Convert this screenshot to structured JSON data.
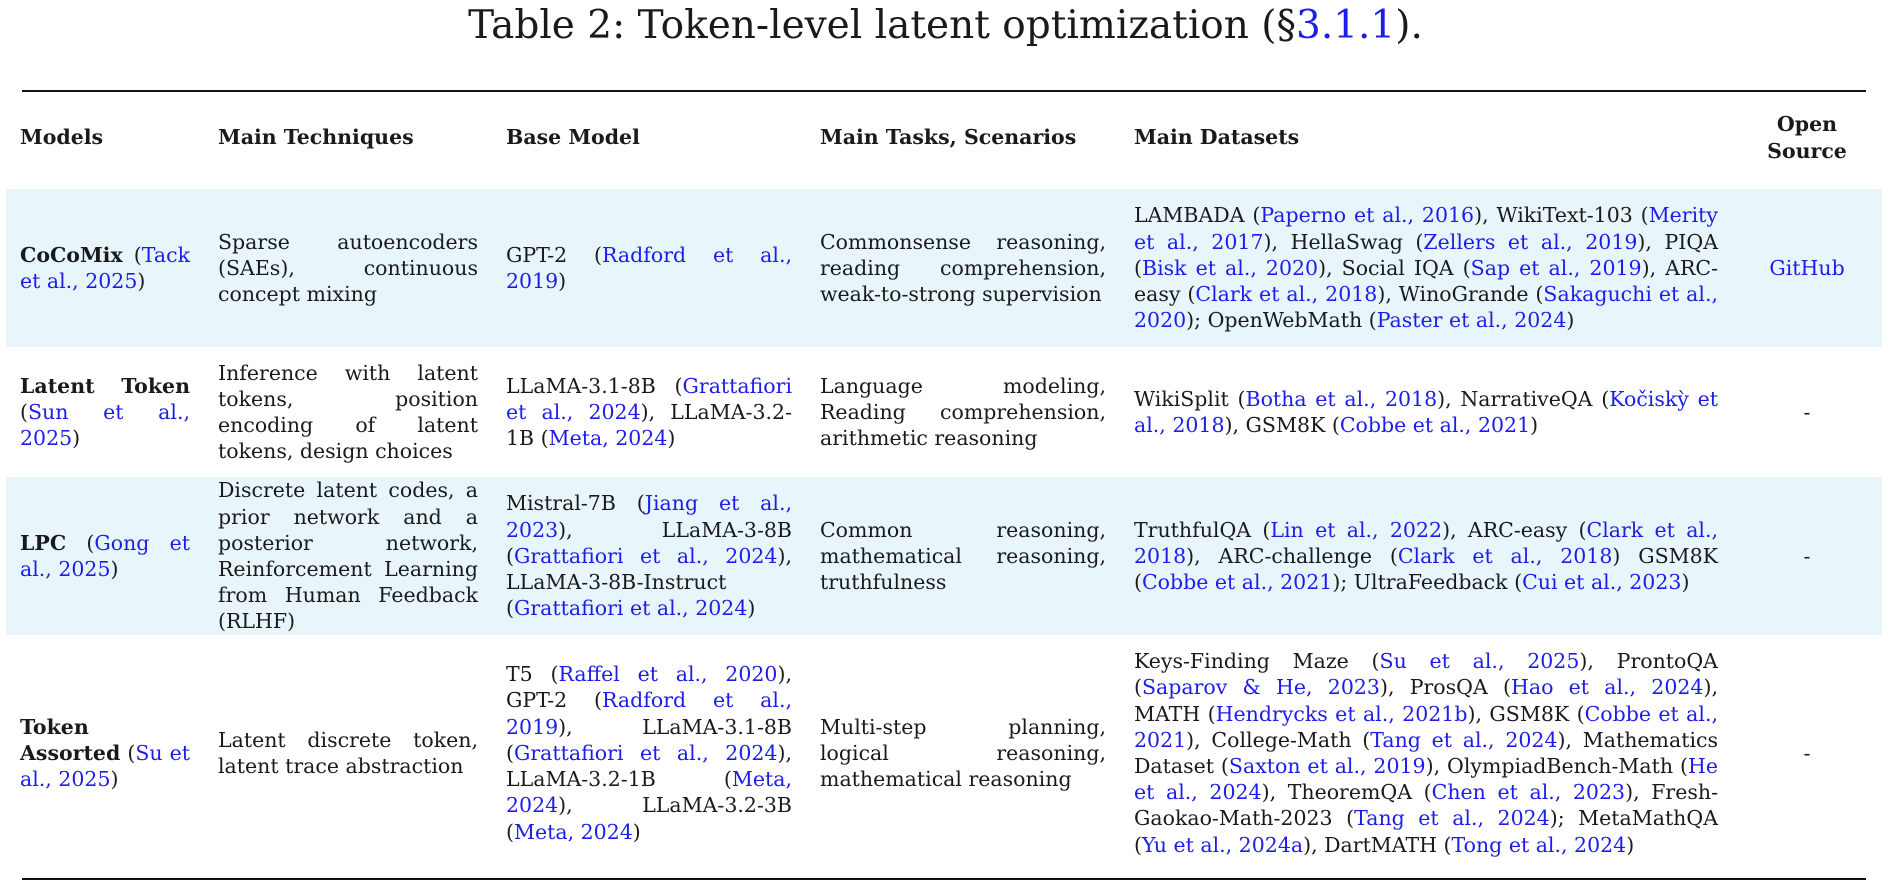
{
  "caption": {
    "prefix": "Table 2: Token-level latent optimization (§",
    "section_ref": "3.1.1",
    "suffix": ")."
  },
  "columns": [
    "Models",
    "Main Techniques",
    "Base Model",
    "Main Tasks, Scenarios",
    "Main Datasets",
    "Open Source"
  ],
  "rows": [
    {
      "model": "CoCoMix",
      "model_cite": "(Tack et al., 2025)",
      "techniques": "Sparse autoencoders (SAEs), continuous concept mixing",
      "base_model": "GPT-2 (Radford et al., 2019)",
      "tasks": "Commonsense reasoning, reading comprehension, weak-to-strong supervision",
      "datasets": "LAMBADA (Paperno et al., 2016), WikiText-103 (Merity et al., 2017), HellaSwag (Zellers et al., 2019), PIQA (Bisk et al., 2020), Social IQA (Sap et al., 2019), ARC-easy (Clark et al., 2018), WinoGrande (Sakaguchi et al., 2020); OpenWebMath (Paster et al., 2024)",
      "open_source": "GitHub"
    },
    {
      "model": "Latent Token",
      "model_cite": "(Sun et al., 2025)",
      "techniques": "Inference with latent tokens, position encoding of latent tokens, design choices",
      "base_model": "LLaMA-3.1-8B (Grattafiori et al., 2024), LLaMA-3.2-1B (Meta, 2024)",
      "tasks": "Language modeling, Reading comprehension, arithmetic reasoning",
      "datasets": "WikiSplit (Botha et al., 2018), NarrativeQA (Kočiskỳ et al., 2018), GSM8K (Cobbe et al., 2021)",
      "open_source": "-"
    },
    {
      "model": "LPC",
      "model_cite": "(Gong et al., 2025)",
      "techniques": "Discrete latent codes, a prior network and a posterior network, Reinforcement Learning from Human Feedback (RLHF)",
      "base_model": "Mistral-7B (Jiang et al., 2023), LLaMA-3-8B (Grattafiori et al., 2024), LLaMA-3-8B-Instruct (Grattafiori et al., 2024)",
      "tasks": "Common reasoning, mathematical reasoning, truthfulness",
      "datasets": "TruthfulQA (Lin et al., 2022), ARC-easy (Clark et al., 2018), ARC-challenge (Clark et al., 2018) GSM8K (Cobbe et al., 2021); UltraFeedback (Cui et al., 2023)",
      "open_source": "-"
    },
    {
      "model": "Token Assorted",
      "model_cite": "(Su et al., 2025)",
      "techniques": "Latent discrete token, latent trace abstraction",
      "base_model": "T5 (Raffel et al., 2020), GPT-2 (Radford et al., 2019), LLaMA-3.1-8B (Grattafiori et al., 2024), LLaMA-3.2-1B (Meta, 2024), LLaMA-3.2-3B (Meta, 2024)",
      "tasks": "Multi-step planning, logical reasoning, mathematical reasoning",
      "datasets": "Keys-Finding Maze (Su et al., 2025), ProntoQA (Saparov & He, 2023), ProsQA (Hao et al., 2024), MATH (Hendrycks et al., 2021b), GSM8K (Cobbe et al., 2021), College-Math (Tang et al., 2024), Mathematics Dataset (Saxton et al., 2019), OlympiadBench-Math (He et al., 2024), TheoremQA (Chen et al., 2023), Fresh-Gaokao-Math-2023 (Tang et al., 2024); MetaMathQA (Yu et al., 2024a), DartMATH (Tong et al., 2024)",
      "open_source": "-"
    }
  ],
  "colors": {
    "link": "#1d1dea",
    "row_shade": "#e8f6fb",
    "text": "#1a1a1a"
  }
}
